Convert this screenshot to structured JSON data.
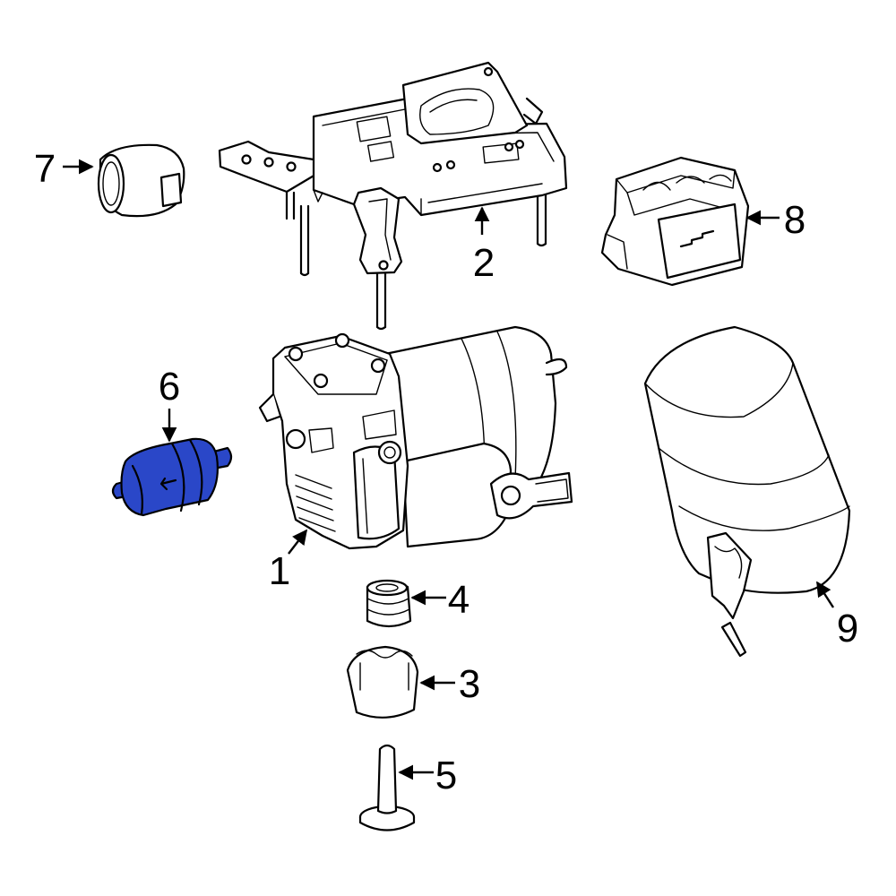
{
  "highlight_color": "#2a47c8",
  "outline_color": "#000000",
  "background_color": "#ffffff",
  "callouts": {
    "c1": "1",
    "c2": "2",
    "c3": "3",
    "c4": "4",
    "c5": "5",
    "c6": "6",
    "c7": "7",
    "c8": "8",
    "c9": "9"
  },
  "highlighted_part": "6"
}
